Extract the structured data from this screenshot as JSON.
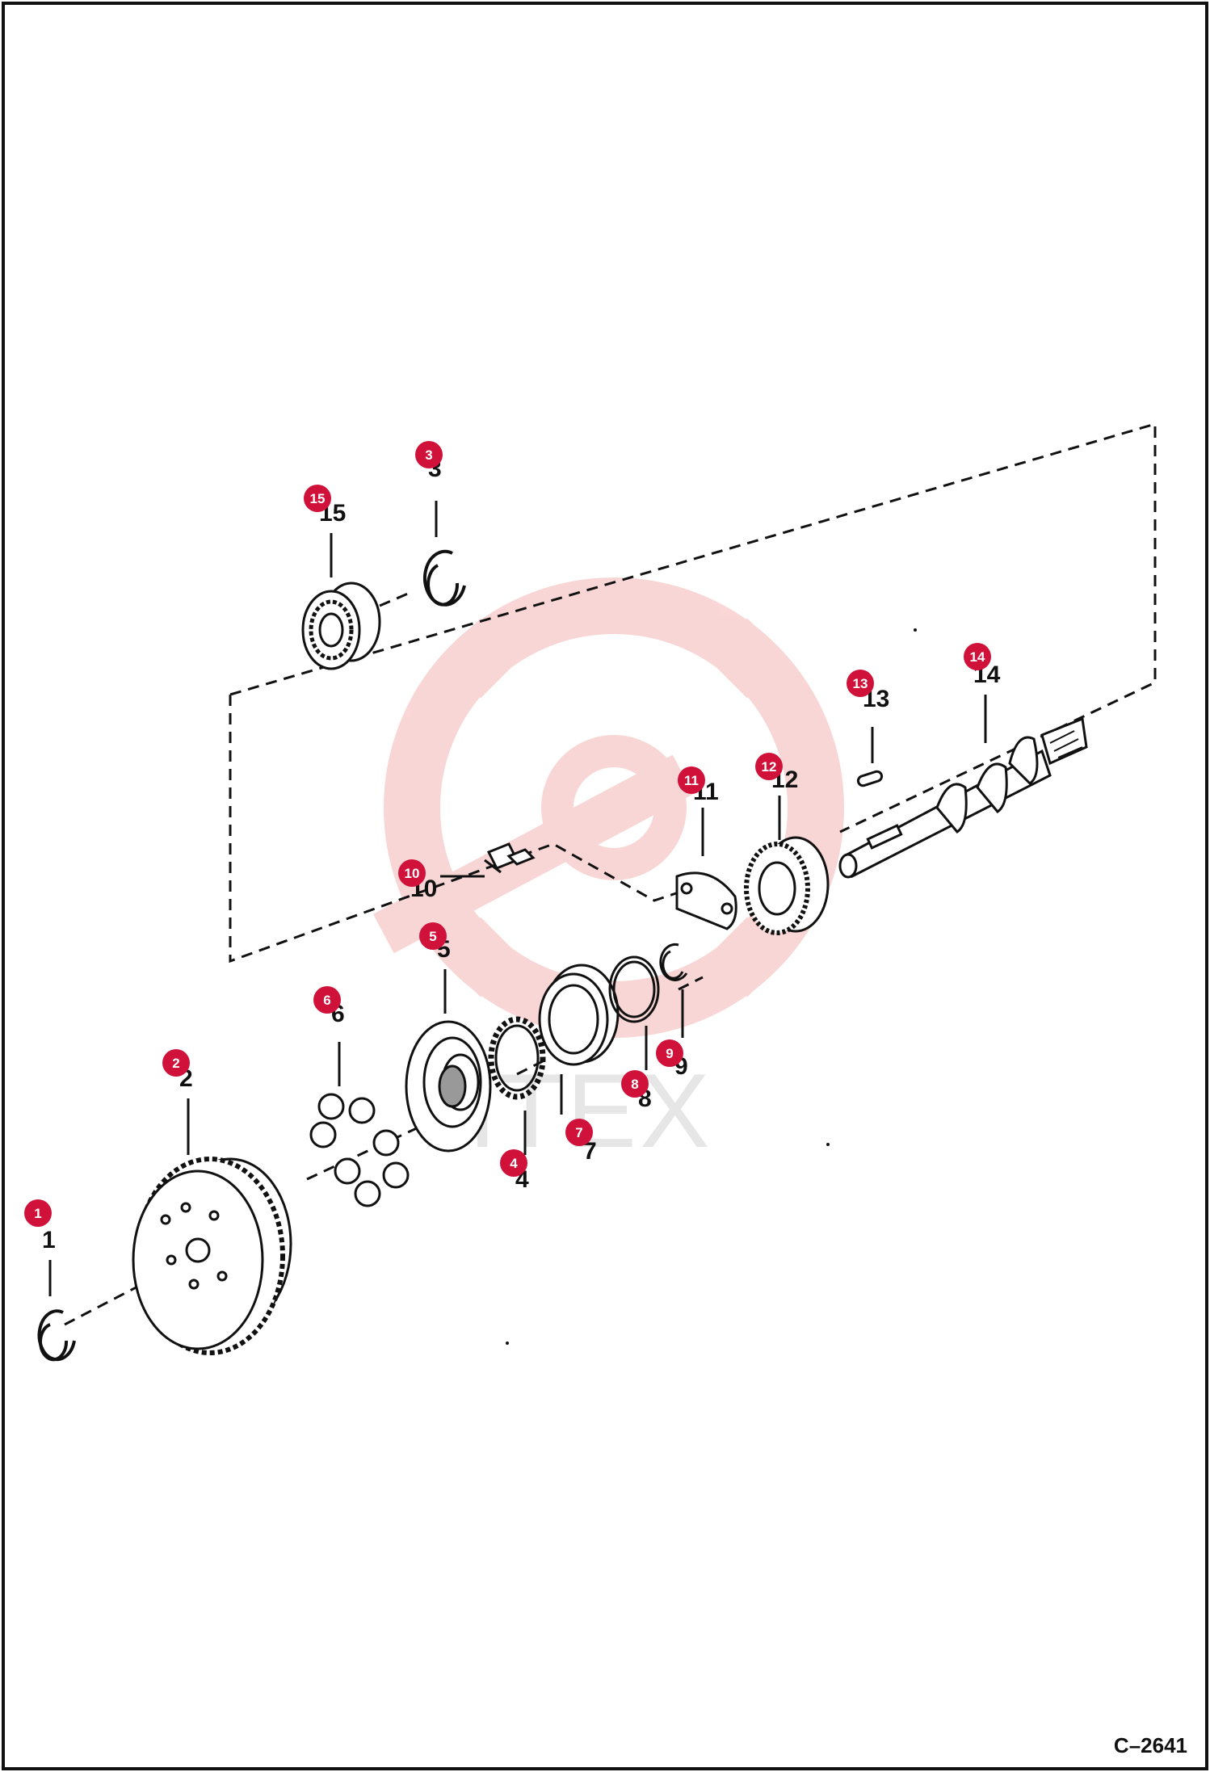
{
  "diagram_code": "C–2641",
  "watermark_text": "HTEX",
  "colors": {
    "callout": "#d0113a",
    "line": "#111111",
    "watermark": "#f5c7c7"
  },
  "parts": [
    {
      "id": "1",
      "label": "1",
      "callout": "1"
    },
    {
      "id": "2",
      "label": "2",
      "callout": "2"
    },
    {
      "id": "3",
      "label": "3",
      "callout": "3"
    },
    {
      "id": "4",
      "label": "4",
      "callout": "4"
    },
    {
      "id": "5",
      "label": "5",
      "callout": "5"
    },
    {
      "id": "6",
      "label": "6",
      "callout": "6"
    },
    {
      "id": "7",
      "label": "7",
      "callout": "7"
    },
    {
      "id": "8",
      "label": "8",
      "callout": "8"
    },
    {
      "id": "9",
      "label": "9",
      "callout": "9"
    },
    {
      "id": "10",
      "label": "10",
      "callout": "10"
    },
    {
      "id": "11",
      "label": "11",
      "callout": "11"
    },
    {
      "id": "12",
      "label": "12",
      "callout": "12"
    },
    {
      "id": "13",
      "label": "13",
      "callout": "13"
    },
    {
      "id": "14",
      "label": "14",
      "callout": "14"
    },
    {
      "id": "15",
      "label": "15",
      "callout": "15"
    }
  ]
}
